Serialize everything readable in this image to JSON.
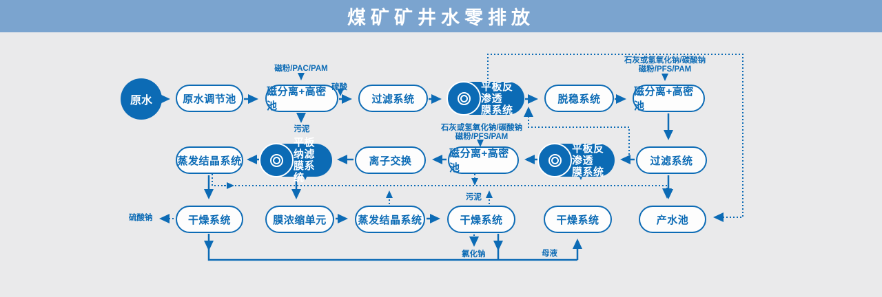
{
  "banner": {
    "title": "煤矿矿井水零排放"
  },
  "colors": {
    "accent_blue": "#0c6bb5",
    "banner_bg": "#7ba4cf",
    "page_bg": "#eaeaeb",
    "pill_fill": "#fdfdfd"
  },
  "nodes": {
    "raw_water": {
      "label": "原水"
    },
    "raw_adjust": {
      "label": "原水调节池"
    },
    "magsep1": {
      "label": "磁分离+高密池"
    },
    "filter1": {
      "label": "过滤系统"
    },
    "ro1": {
      "label": "平板反渗透",
      "label2": "膜系统"
    },
    "destab": {
      "label": "脱稳系统"
    },
    "magsep2": {
      "label": "磁分离+高密池"
    },
    "filter2": {
      "label": "过滤系统"
    },
    "ro2": {
      "label": "平板反渗透",
      "label2": "膜系统"
    },
    "magsep3": {
      "label": "磁分离+高密池"
    },
    "ion_exchange": {
      "label": "离子交换"
    },
    "nf": {
      "label": "平板纳滤",
      "label2": "膜系统"
    },
    "evap1": {
      "label": "蒸发结晶系统"
    },
    "dry1": {
      "label": "干燥系统"
    },
    "mem_conc": {
      "label": "膜浓缩单元"
    },
    "evap2": {
      "label": "蒸发结晶系统"
    },
    "dry2": {
      "label": "干燥系统"
    },
    "dry3": {
      "label": "干燥系统"
    },
    "product_pool": {
      "label": "产水池"
    }
  },
  "labels": {
    "mag_pac_pam": {
      "text": "磁粉/PAC/PAM"
    },
    "sulfuric_acid": {
      "text": "硫酸"
    },
    "sludge1": {
      "text": "污泥"
    },
    "lime1": {
      "line1": "石灰或氢氧化钠/碳酸钠",
      "line2": "磁粉/PFS/PAM"
    },
    "lime2": {
      "line1": "石灰或氢氧化钠/碳酸钠",
      "line2": "磁粉/PFS/PAM"
    },
    "sludge2": {
      "text": "污泥"
    },
    "sodium_sulfate": {
      "text": "硫酸钠"
    },
    "sodium_chloride": {
      "text": "氯化钠"
    },
    "mother_liquor": {
      "text": "母液"
    }
  }
}
